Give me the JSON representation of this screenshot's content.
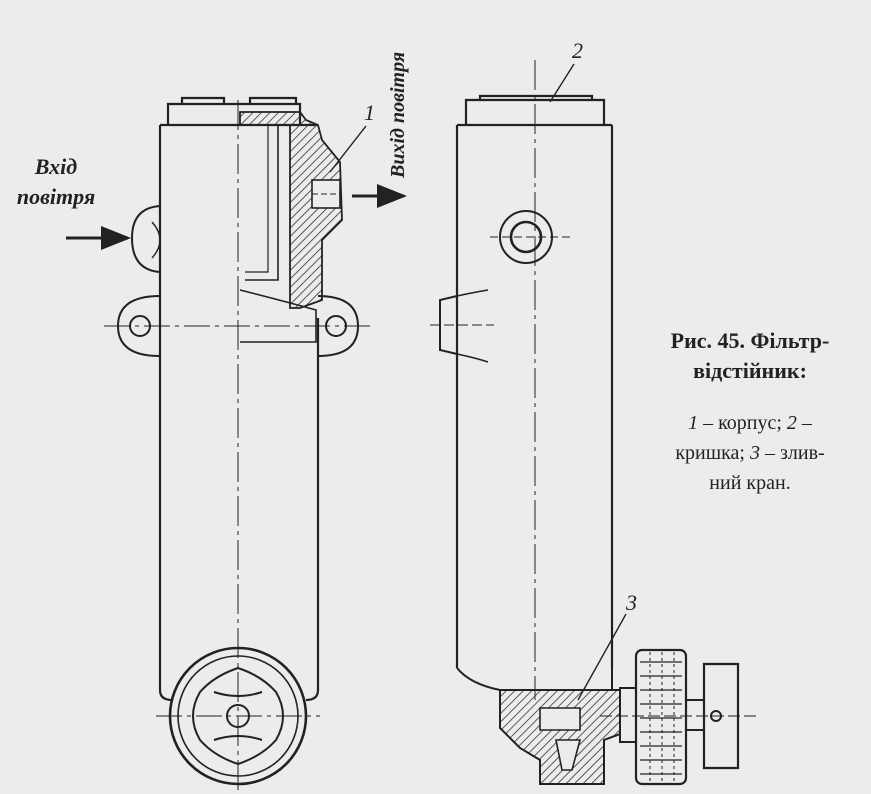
{
  "labels": {
    "inlet": [
      "Вхід",
      "повітря"
    ],
    "outlet": "Вихід повітря"
  },
  "callouts": {
    "body_number": "1",
    "cover_number": "2",
    "valve_number": "3"
  },
  "caption": {
    "title": [
      "Рис. 45. Фільтр-",
      "відстійник:"
    ],
    "legend": [
      {
        "num": "1",
        "text": " – корпус; "
      },
      {
        "num": "2",
        "text": " –"
      },
      {
        "br": true
      },
      {
        "text": "кришка; "
      },
      {
        "num": "3",
        "text": " – злив-"
      },
      {
        "br": true
      },
      {
        "text": "ний кран."
      }
    ]
  }
}
